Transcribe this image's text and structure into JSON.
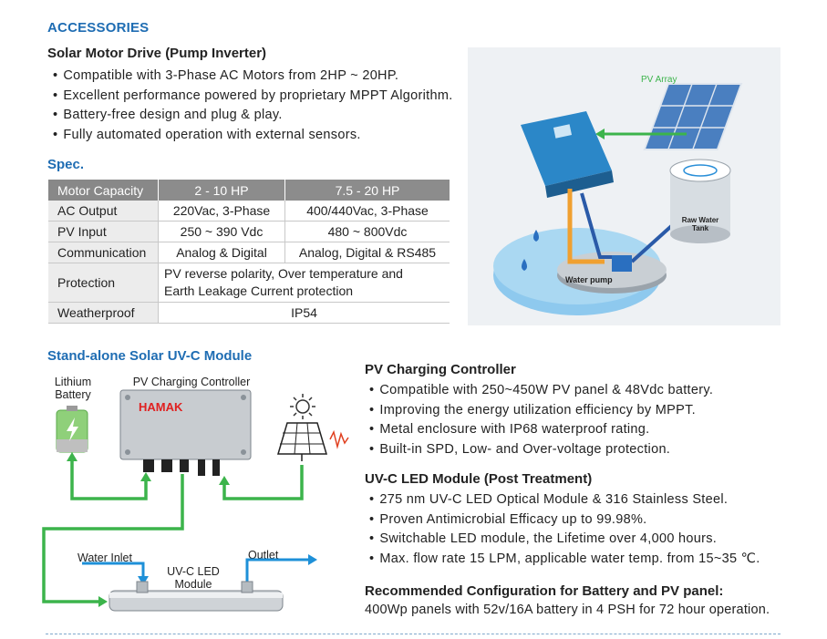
{
  "accessories_title": "ACCESSORIES",
  "drive": {
    "title": "Solar Motor Drive (Pump Inverter)",
    "bullets": [
      "Compatible with 3-Phase AC Motors from 2HP ~ 20HP.",
      "Excellent performance powered by proprietary MPPT Algorithm.",
      "Battery-free design and plug & play.",
      "Fully automated operation with external sensors."
    ]
  },
  "spec": {
    "title": "Spec.",
    "headers": [
      "Motor Capacity",
      "2 - 10 HP",
      "7.5 - 20 HP"
    ],
    "rows": [
      {
        "label": "AC Output",
        "v1": "220Vac, 3-Phase",
        "v2": "400/440Vac, 3-Phase"
      },
      {
        "label": "PV Input",
        "v1": "250 ~ 390 Vdc",
        "v2": "480 ~ 800Vdc"
      },
      {
        "label": "Communication",
        "v1": "Analog & Digital",
        "v2": "Analog, Digital & RS485"
      }
    ],
    "protection": {
      "label": "Protection",
      "line1": "PV reverse polarity, Over temperature and",
      "line2": "Earth Leakage Current protection"
    },
    "weatherproof": {
      "label": "Weatherproof",
      "value": "IP54"
    }
  },
  "pump_diagram": {
    "pv_array": "PV Array",
    "raw_water_tank_line1": "Raw Water",
    "raw_water_tank_line2": "Tank",
    "water_pump": "Water pump",
    "colors": {
      "pipe": "#f0a030",
      "cable_green": "#3cb44b",
      "cable_blue": "#2a5aa8",
      "inverter": "#2b87c8"
    }
  },
  "uvc": {
    "title": "Stand-alone Solar UV-C Module",
    "lithium_line1": "Lithium",
    "lithium_line2": "Battery",
    "controller_label": "PV Charging Controller",
    "brand": "HAMAK",
    "water_inlet": "Water Inlet",
    "outlet": "Outlet",
    "module_line1": "UV-C LED",
    "module_line2": "Module",
    "colors": {
      "wire": "#3cb44b",
      "water": "#1e90d8",
      "brand": "#e02020"
    }
  },
  "pv_controller": {
    "title": "PV Charging Controller",
    "bullets": [
      "Compatible with 250~450W PV panel & 48Vdc battery.",
      "Improving the energy utilization efficiency by MPPT.",
      "Metal enclosure with IP68 waterproof rating.",
      "Built-in SPD, Low- and Over-voltage protection."
    ]
  },
  "led_module": {
    "title": "UV-C LED Module (Post Treatment)",
    "bullets": [
      "275 nm UV-C LED Optical Module & 316 Stainless Steel.",
      "Proven Antimicrobial Efficacy up to 99.98%.",
      "Switchable LED module, the Lifetime over 4,000 hours.",
      "Max. flow rate 15 LPM, applicable water temp. from 15~35 ℃."
    ]
  },
  "recommended": {
    "title": "Recommended Configuration for Battery and PV panel:",
    "text": "400Wp panels with 52v/16A battery in 4 PSH for 72 hour operation."
  }
}
